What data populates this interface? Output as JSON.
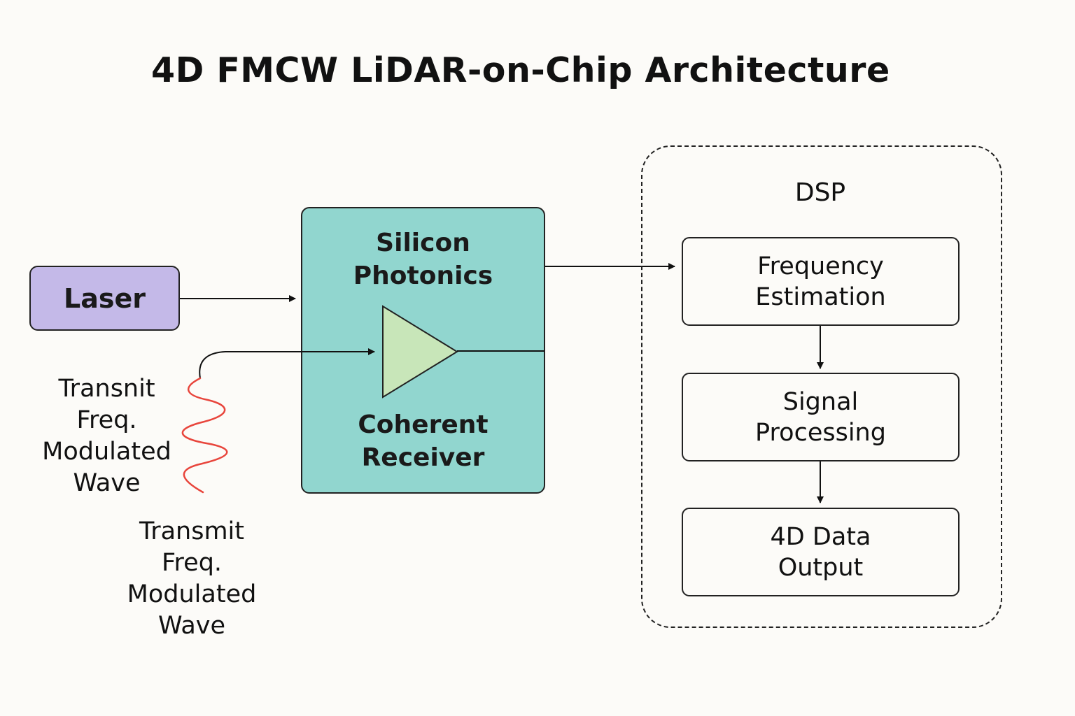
{
  "title": "4D FMCW LiDAR-on-Chip Architecture",
  "laser": {
    "label": "Laser",
    "color": "#c4b9e8"
  },
  "chip": {
    "title_line1": "Silicon",
    "title_line2": "Photonics",
    "sub_line1": "Coherent",
    "sub_line2": "Receiver",
    "color": "#91d6cf",
    "amplifier_color": "#c8e6b9"
  },
  "dsp": {
    "label": "DSP",
    "blocks": [
      {
        "line1": "Frequency",
        "line2": "Estimation"
      },
      {
        "line1": "Signal",
        "line2": "Processing"
      },
      {
        "line1": "4D Data",
        "line2": "Output"
      }
    ]
  },
  "wave_labels": [
    {
      "line1": "Transnit",
      "line2": "Freq.",
      "line3": "Modulated",
      "line4": "Wave"
    },
    {
      "line1": "Transmit",
      "line2": "Freq.",
      "line3": "Modulated",
      "line4": "Wave"
    }
  ],
  "colors": {
    "wave": "#e8453c",
    "lines": "#111111",
    "background": "#fcfbf8"
  }
}
